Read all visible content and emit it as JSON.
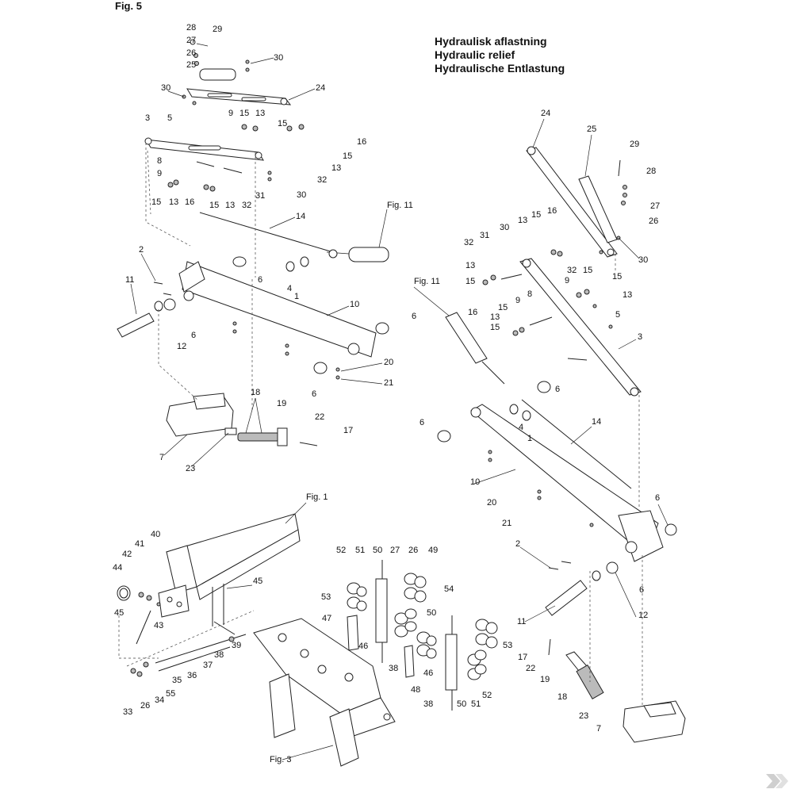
{
  "figure_label": "Fig. 5",
  "titles": [
    "Hydraulisk aflastning",
    "Hydraulic relief",
    "Hydraulische Entlastung"
  ],
  "callouts": {
    "tl_28": "28",
    "tl_29": "29",
    "tl_27": "27",
    "tl_26": "26",
    "tl_25": "25",
    "tl_30a": "30",
    "tl_30b": "30",
    "tl_24": "24",
    "tl_3": "3",
    "tl_5": "5",
    "tl_9a": "9",
    "tl_15a": "15",
    "tl_13a": "13",
    "tl_15b": "15",
    "tl_16a": "16",
    "tl_15c": "15",
    "tl_13b": "13",
    "tl_32a": "32",
    "tl_8": "8",
    "tl_9b": "9",
    "tl_13c": "13",
    "tl_15d": "15",
    "tl_16b": "16",
    "tl_15e": "15",
    "tl_13d": "13",
    "tl_32b": "32",
    "tl_31": "31",
    "tl_30c": "30",
    "tl_14": "14",
    "tl_fig11": "Fig. 11",
    "tl_2": "2",
    "tl_11": "11",
    "tl_6a": "6",
    "tl_4": "4",
    "tl_1": "1",
    "tl_10": "10",
    "tl_6b": "6",
    "tl_12": "12",
    "tl_6c": "6",
    "tl_20": "20",
    "tl_21": "21",
    "tl_6d": "6",
    "tl_18": "18",
    "tl_19": "19",
    "tl_22": "22",
    "tl_17": "17",
    "tl_7": "7",
    "tl_23": "23",
    "tr_24": "24",
    "tr_25": "25",
    "tr_29": "29",
    "tr_28": "28",
    "tr_27": "27",
    "tr_26": "26",
    "tr_30a": "30",
    "tr_13a": "13",
    "tr_15a": "15",
    "tr_16": "16",
    "tr_32a": "32",
    "tr_31": "31",
    "tr_30b": "30",
    "tr_32b": "32",
    "tr_13b": "13",
    "tr_15b": "15",
    "tr_fig11": "Fig. 11",
    "tr_15c": "15",
    "tr_9a": "9",
    "tr_15d": "15",
    "tr_13c": "13",
    "tr_16b": "16",
    "tr_15e": "15",
    "tr_9b": "9",
    "tr_8": "8",
    "tr_13d": "13",
    "tr_15f": "15",
    "tr_5": "5",
    "tr_3": "3",
    "tr_6a": "6",
    "tr_4": "4",
    "tr_14": "14",
    "tr_1": "1",
    "tr_6b": "6",
    "tr_10": "10",
    "tr_20": "20",
    "tr_21": "21",
    "tr_6c": "6",
    "tr_2": "2",
    "tr_6d": "6",
    "tr_11": "11",
    "tr_12": "12",
    "tr_17": "17",
    "tr_22": "22",
    "tr_19": "19",
    "tr_18": "18",
    "tr_23": "23",
    "tr_7": "7",
    "bl_fig1": "Fig. 1",
    "bl_40": "40",
    "bl_41": "41",
    "bl_42": "42",
    "bl_44": "44",
    "bl_45a": "45",
    "bl_45b": "45",
    "bl_43": "43",
    "bl_39": "39",
    "bl_38a": "38",
    "bl_37": "37",
    "bl_36": "36",
    "bl_35": "35",
    "bl_55": "55",
    "bl_34": "34",
    "bl_26": "26",
    "bl_33": "33",
    "bl_fig3": "Fig. 3",
    "bc_52a": "52",
    "bc_51a": "51",
    "bc_50a": "50",
    "bc_27": "27",
    "bc_26": "26",
    "bc_49": "49",
    "bc_53a": "53",
    "bc_54": "54",
    "bc_47": "47",
    "bc_50b": "50",
    "bc_46a": "46",
    "bc_38a": "38",
    "bc_48": "48",
    "bc_46b": "46",
    "bc_38b": "38",
    "bc_50c": "50",
    "bc_51b": "51",
    "bc_52b": "52",
    "bc_53b": "53"
  }
}
